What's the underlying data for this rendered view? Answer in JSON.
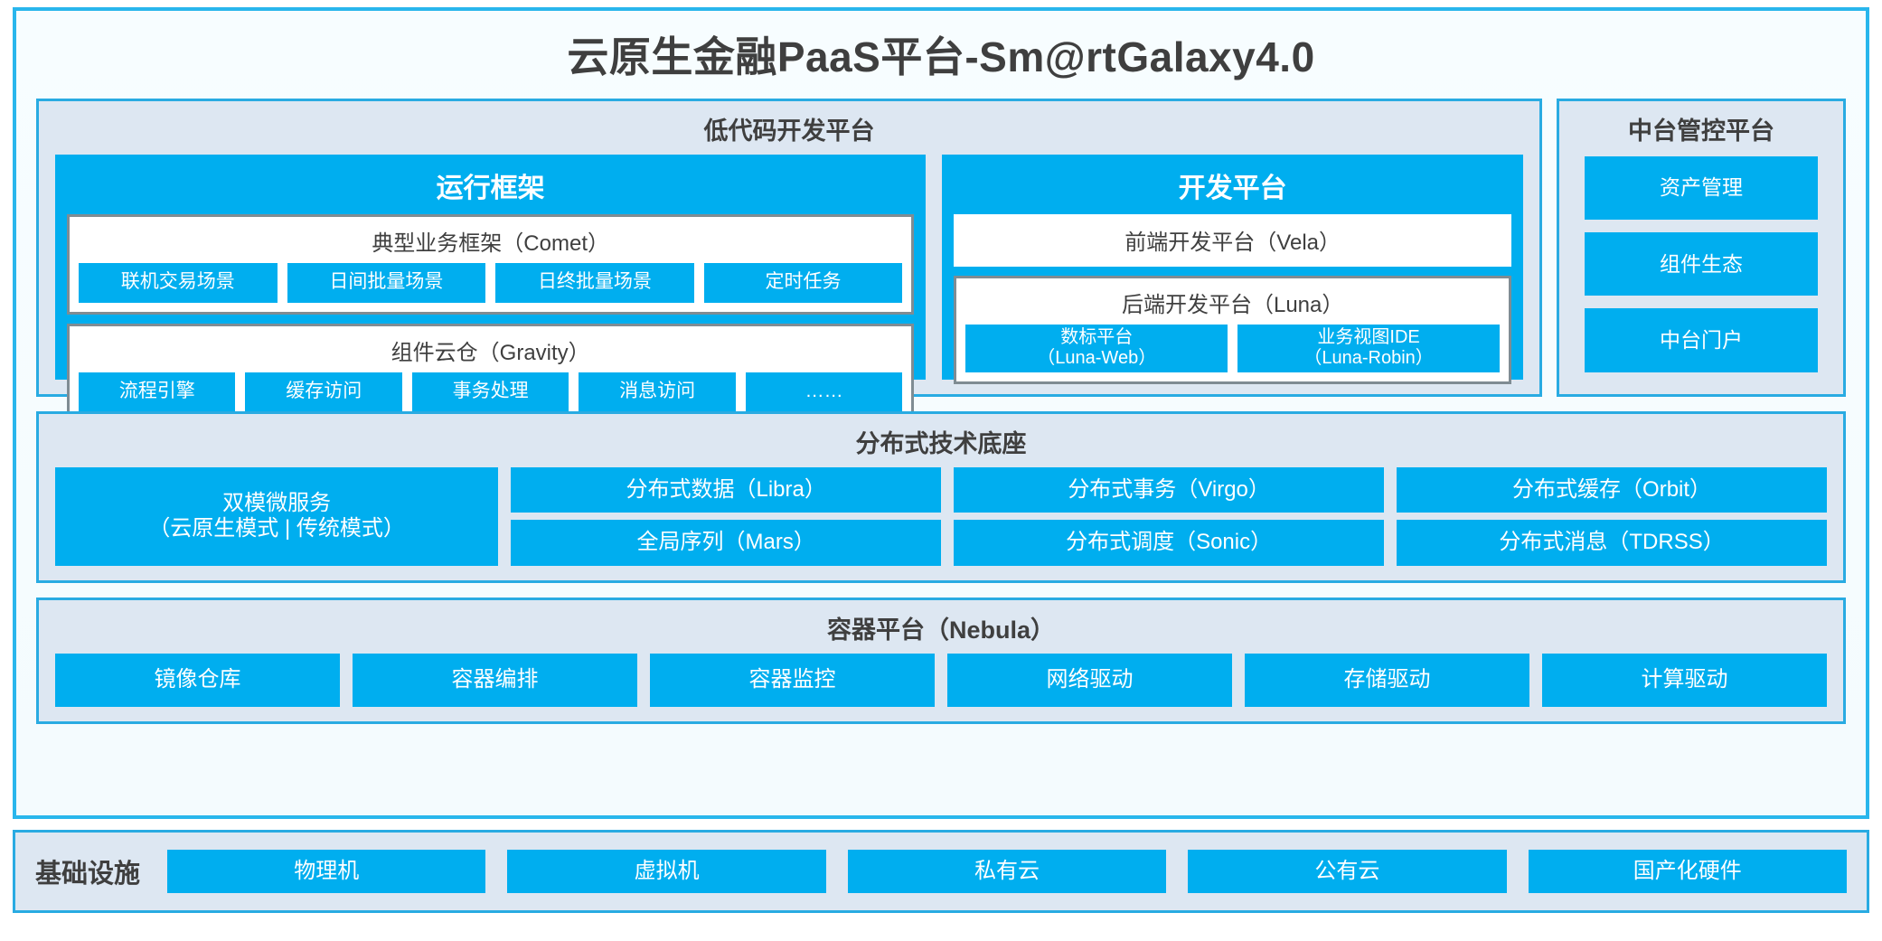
{
  "diagram": {
    "title": "云原生金融PaaS平台-Sm@rtGalaxy4.0",
    "colors": {
      "accent_blue": "#00aeef",
      "panel_bg": "#dde7f2",
      "panel_border": "#29abe2",
      "card_border": "#7f8c93",
      "outer_border": "#29b6ec",
      "text_dark": "#3f3f3f"
    }
  },
  "lowcode": {
    "title": "低代码开发平台",
    "runtime": {
      "title": "运行框架",
      "comet": {
        "title": "典型业务框架（Comet）",
        "items": [
          "联机交易场景",
          "日间批量场景",
          "日终批量场景",
          "定时任务"
        ]
      },
      "gravity": {
        "title": "组件云仓（Gravity）",
        "items": [
          "流程引擎",
          "缓存访问",
          "事务处理",
          "消息访问",
          "……"
        ]
      }
    },
    "devplatform": {
      "title": "开发平台",
      "frontend": "前端开发平台（Vela）",
      "backend": {
        "title": "后端开发平台（Luna）",
        "items": [
          {
            "line1": "数标平台",
            "line2": "（Luna-Web）"
          },
          {
            "line1": "业务视图IDE",
            "line2": "（Luna-Robin）"
          }
        ]
      }
    }
  },
  "midcontrol": {
    "title": "中台管控平台",
    "items": [
      "资产管理",
      "组件生态",
      "中台门户"
    ]
  },
  "distbase": {
    "title": "分布式技术底座",
    "microservice": {
      "line1": "双模微服务",
      "line2": "（云原生模式 | 传统模式）"
    },
    "columns": [
      [
        "分布式数据（Libra）",
        "全局序列（Mars）"
      ],
      [
        "分布式事务（Virgo）",
        "分布式调度（Sonic）"
      ],
      [
        "分布式缓存（Orbit）",
        "分布式消息（TDRSS）"
      ]
    ]
  },
  "containerplatform": {
    "title": "容器平台（Nebula）",
    "items": [
      "镜像仓库",
      "容器编排",
      "容器监控",
      "网络驱动",
      "存储驱动",
      "计算驱动"
    ]
  },
  "infrastructure": {
    "label": "基础设施",
    "items": [
      "物理机",
      "虚拟机",
      "私有云",
      "公有云",
      "国产化硬件"
    ]
  }
}
